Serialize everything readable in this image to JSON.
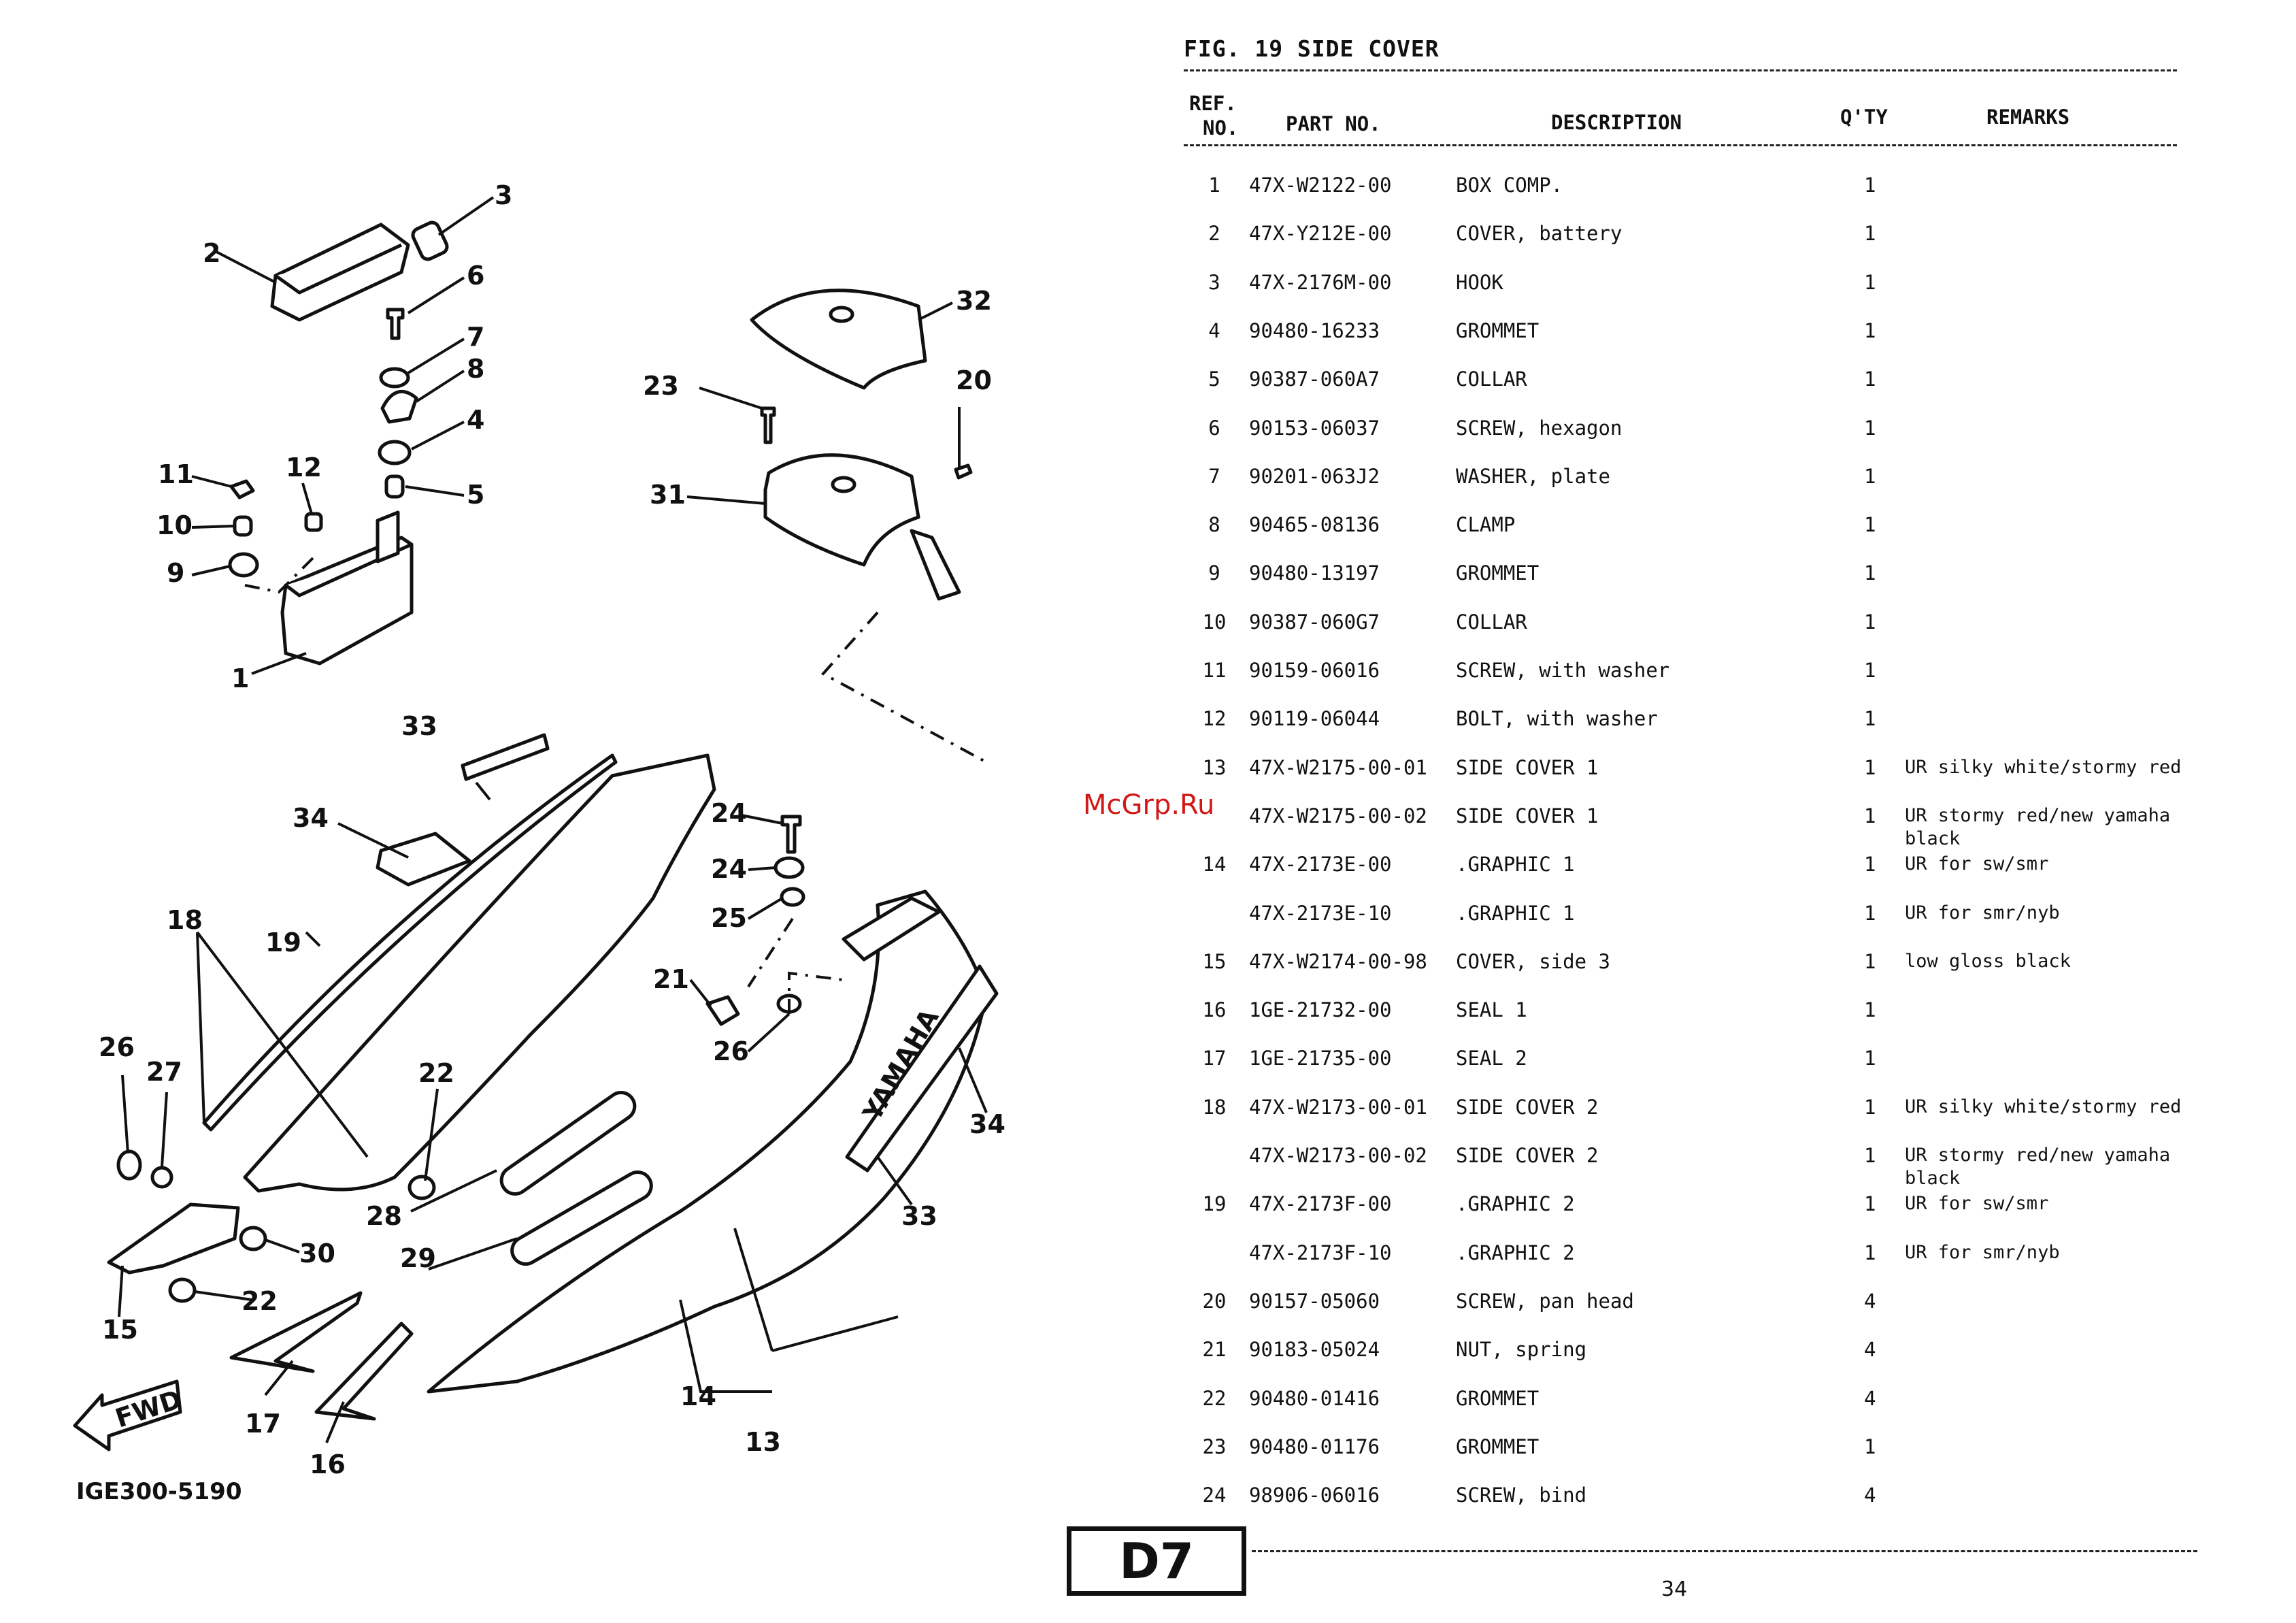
{
  "figure": {
    "title": "FIG. 19  SIDE COVER"
  },
  "table": {
    "headers": {
      "ref_line1": "REF.",
      "ref_line2": "NO.",
      "part_no": "PART NO.",
      "description": "DESCRIPTION",
      "qty": "Q'TY",
      "remarks": "REMARKS"
    },
    "rows": [
      {
        "ref": "1",
        "part": "47X-W2122-00",
        "desc": "BOX COMP.",
        "qty": "1",
        "remarks": ""
      },
      {
        "ref": "2",
        "part": "47X-Y212E-00",
        "desc": "COVER, battery",
        "qty": "1",
        "remarks": ""
      },
      {
        "ref": "3",
        "part": "47X-2176M-00",
        "desc": "HOOK",
        "qty": "1",
        "remarks": ""
      },
      {
        "ref": "4",
        "part": "90480-16233",
        "desc": "GROMMET",
        "qty": "1",
        "remarks": ""
      },
      {
        "ref": "5",
        "part": "90387-060A7",
        "desc": "COLLAR",
        "qty": "1",
        "remarks": ""
      },
      {
        "ref": "6",
        "part": "90153-06037",
        "desc": "SCREW, hexagon",
        "qty": "1",
        "remarks": ""
      },
      {
        "ref": "7",
        "part": "90201-063J2",
        "desc": "WASHER, plate",
        "qty": "1",
        "remarks": ""
      },
      {
        "ref": "8",
        "part": "90465-08136",
        "desc": "CLAMP",
        "qty": "1",
        "remarks": ""
      },
      {
        "ref": "9",
        "part": "90480-13197",
        "desc": "GROMMET",
        "qty": "1",
        "remarks": ""
      },
      {
        "ref": "10",
        "part": "90387-060G7",
        "desc": "COLLAR",
        "qty": "1",
        "remarks": ""
      },
      {
        "ref": "11",
        "part": "90159-06016",
        "desc": "SCREW, with washer",
        "qty": "1",
        "remarks": ""
      },
      {
        "ref": "12",
        "part": "90119-06044",
        "desc": "BOLT, with washer",
        "qty": "1",
        "remarks": ""
      },
      {
        "ref": "13",
        "part": "47X-W2175-00-01",
        "desc": "SIDE COVER 1",
        "qty": "1",
        "remarks": "UR silky white/stormy red"
      },
      {
        "ref": "",
        "part": "47X-W2175-00-02",
        "desc": "SIDE COVER 1",
        "qty": "1",
        "remarks": "UR stormy red/new yamaha black"
      },
      {
        "ref": "14",
        "part": "47X-2173E-00",
        "desc": ".GRAPHIC 1",
        "qty": "1",
        "remarks": "UR for sw/smr"
      },
      {
        "ref": "",
        "part": "47X-2173E-10",
        "desc": ".GRAPHIC 1",
        "qty": "1",
        "remarks": "UR for smr/nyb"
      },
      {
        "ref": "15",
        "part": "47X-W2174-00-98",
        "desc": "COVER, side 3",
        "qty": "1",
        "remarks": "low gloss black"
      },
      {
        "ref": "16",
        "part": "1GE-21732-00",
        "desc": "SEAL 1",
        "qty": "1",
        "remarks": ""
      },
      {
        "ref": "17",
        "part": "1GE-21735-00",
        "desc": "SEAL 2",
        "qty": "1",
        "remarks": ""
      },
      {
        "ref": "18",
        "part": "47X-W2173-00-01",
        "desc": "SIDE COVER 2",
        "qty": "1",
        "remarks": "UR silky white/stormy red"
      },
      {
        "ref": "",
        "part": "47X-W2173-00-02",
        "desc": "SIDE COVER 2",
        "qty": "1",
        "remarks": "UR stormy red/new yamaha black"
      },
      {
        "ref": "19",
        "part": "47X-2173F-00",
        "desc": ".GRAPHIC 2",
        "qty": "1",
        "remarks": "UR for sw/smr"
      },
      {
        "ref": "",
        "part": "47X-2173F-10",
        "desc": ".GRAPHIC 2",
        "qty": "1",
        "remarks": "UR for smr/nyb"
      },
      {
        "ref": "20",
        "part": "90157-05060",
        "desc": "SCREW, pan head",
        "qty": "4",
        "remarks": ""
      },
      {
        "ref": "21",
        "part": "90183-05024",
        "desc": "NUT, spring",
        "qty": "4",
        "remarks": ""
      },
      {
        "ref": "22",
        "part": "90480-01416",
        "desc": "GROMMET",
        "qty": "4",
        "remarks": ""
      },
      {
        "ref": "23",
        "part": "90480-01176",
        "desc": "GROMMET",
        "qty": "1",
        "remarks": ""
      },
      {
        "ref": "24",
        "part": "98906-06016",
        "desc": "SCREW, bind",
        "qty": "4",
        "remarks": ""
      }
    ]
  },
  "diagram": {
    "drawing_code": "IGE300-5190",
    "fwd_label": "FWD",
    "callouts": [
      "1",
      "2",
      "3",
      "4",
      "5",
      "6",
      "7",
      "8",
      "9",
      "10",
      "11",
      "12",
      "13",
      "14",
      "15",
      "16",
      "17",
      "18",
      "19",
      "20",
      "21",
      "22",
      "22",
      "23",
      "24",
      "24",
      "25",
      "26",
      "26",
      "27",
      "28",
      "29",
      "30",
      "31",
      "32",
      "33",
      "33",
      "34",
      "34"
    ]
  },
  "footer": {
    "section": "D7",
    "page": "34",
    "watermark": "McGrp.Ru"
  }
}
